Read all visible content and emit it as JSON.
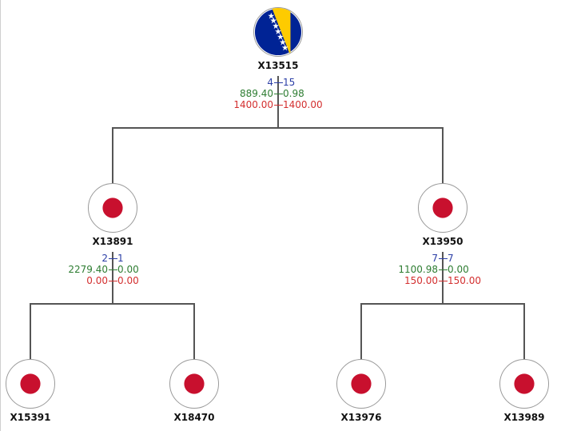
{
  "root": {
    "name": "X13515",
    "flag": "bosnia-herzegovina-flag-icon",
    "stats": {
      "row1": {
        "left": "4",
        "right": "15"
      },
      "row2": {
        "left": "889.40",
        "right": "0.98"
      },
      "row3": {
        "left": "1400.00",
        "right": "1400.00"
      }
    }
  },
  "left": {
    "name": "X13891",
    "flag": "japan-flag-icon",
    "stats": {
      "row1": {
        "left": "2",
        "right": "1"
      },
      "row2": {
        "left": "2279.40",
        "right": "0.00"
      },
      "row3": {
        "left": "0.00",
        "right": "0.00"
      }
    }
  },
  "right": {
    "name": "X13950",
    "flag": "japan-flag-icon",
    "stats": {
      "row1": {
        "left": "7",
        "right": "7"
      },
      "row2": {
        "left": "1100.98",
        "right": "0.00"
      },
      "row3": {
        "left": "150.00",
        "right": "150.00"
      }
    }
  },
  "leaves": [
    {
      "name": "X15391",
      "flag": "japan-flag-icon"
    },
    {
      "name": "X18470",
      "flag": "japan-flag-icon"
    },
    {
      "name": "X13976",
      "flag": "japan-flag-icon"
    },
    {
      "name": "X13989",
      "flag": "japan-flag-icon"
    }
  ],
  "colors": {
    "stat_blue": "#2b3ea6",
    "stat_green": "#2e7d32",
    "stat_red": "#d32f2f",
    "japan_red": "#c8102e",
    "bosnia_blue": "#002395",
    "bosnia_yellow": "#fecb00"
  }
}
